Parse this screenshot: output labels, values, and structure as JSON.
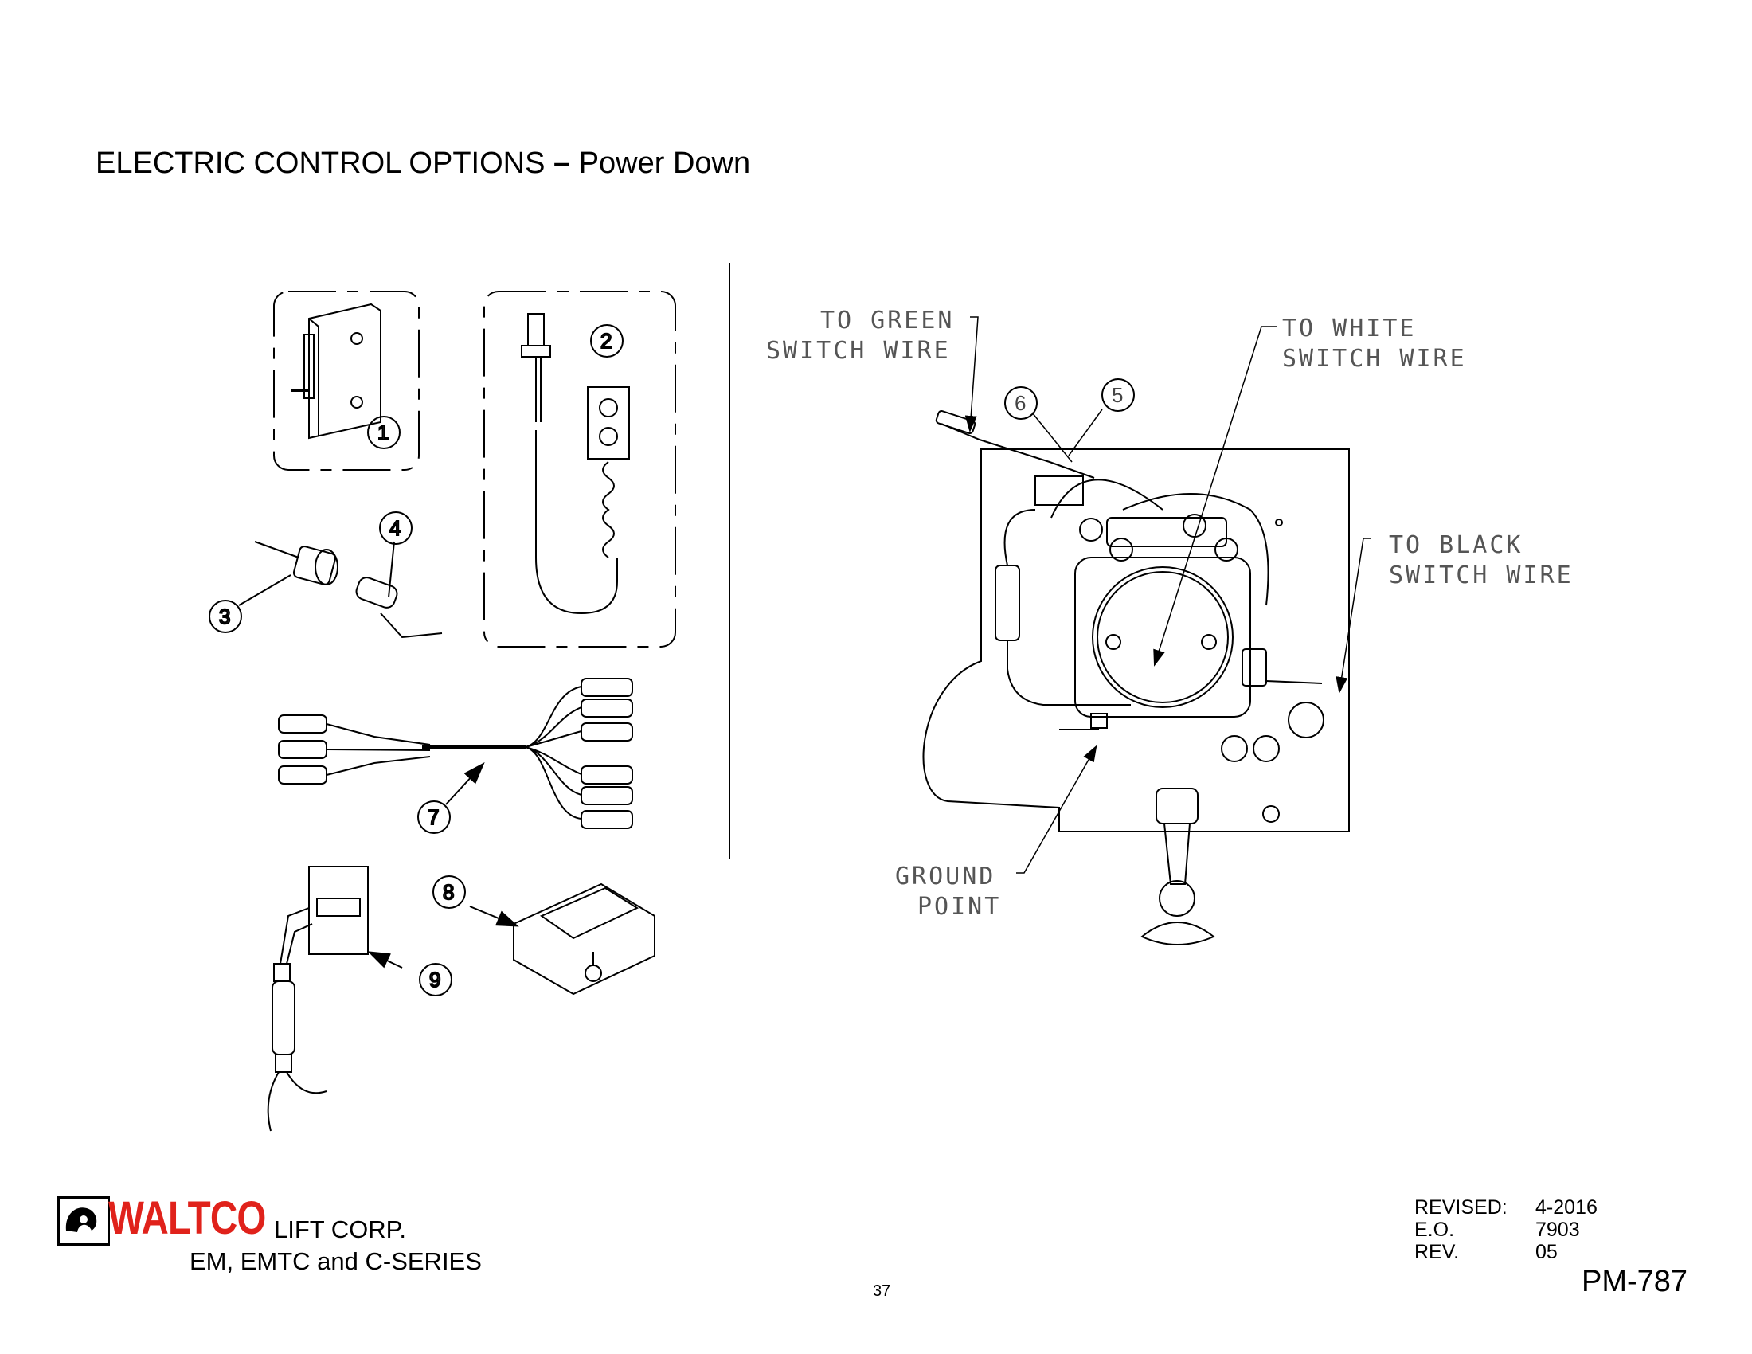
{
  "title": {
    "main": "ELECTRIC CONTROL OPTIONS",
    "dash": "–",
    "sub": "Power Down"
  },
  "callouts": {
    "green": [
      "TO GREEN",
      "SWITCH WIRE"
    ],
    "white": [
      "TO WHITE",
      "SWITCH WIRE"
    ],
    "black": [
      "TO BLACK",
      "SWITCH WIRE"
    ],
    "ground": [
      "GROUND",
      "POINT"
    ]
  },
  "item_numbers": [
    "1",
    "2",
    "3",
    "4",
    "5",
    "6",
    "7",
    "8",
    "9"
  ],
  "footer": {
    "brand": "WALTCO",
    "company": "LIFT CORP.",
    "series": "EM, EMTC and C-SERIES",
    "page": "37",
    "revised_label": "REVISED:",
    "revised_value": "4-2016",
    "eo_label": "E.O.",
    "eo_value": "7903",
    "rev_label": "REV.",
    "rev_value": "05",
    "doc_number": "PM-787"
  }
}
